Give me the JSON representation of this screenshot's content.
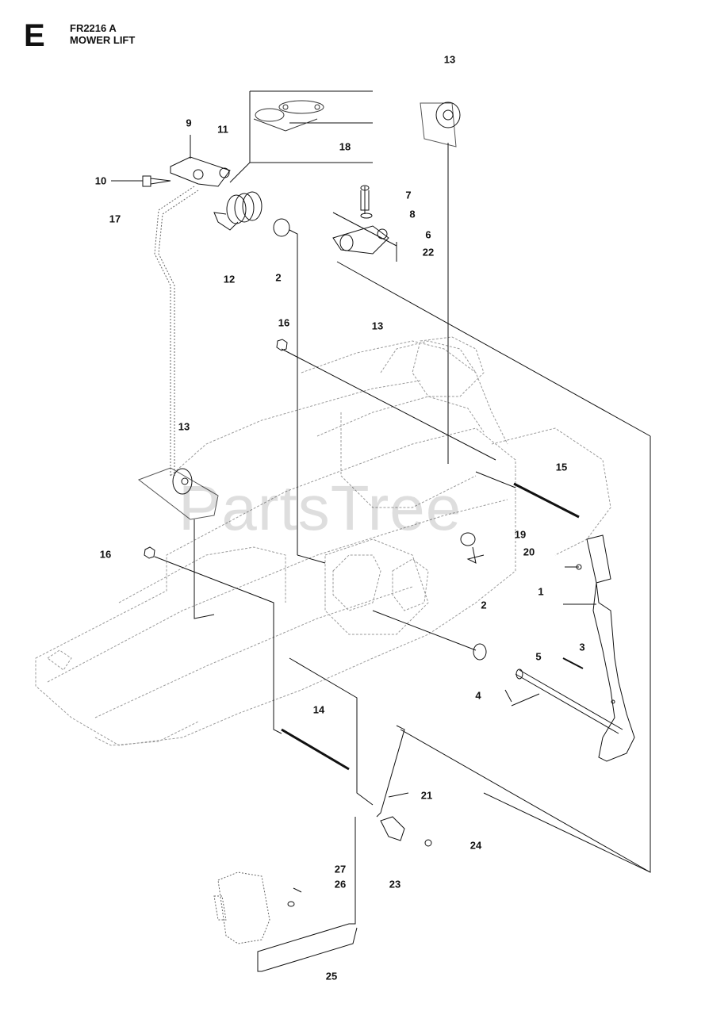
{
  "header": {
    "section_letter": "E",
    "model_code": "FR2216 A",
    "title": "MOWER LIFT"
  },
  "watermark": "PartsTree",
  "callouts": [
    {
      "id": "c13a",
      "label": "13"
    },
    {
      "id": "c9",
      "label": "9"
    },
    {
      "id": "c11",
      "label": "11"
    },
    {
      "id": "c18",
      "label": "18"
    },
    {
      "id": "c10",
      "label": "10"
    },
    {
      "id": "c17",
      "label": "17"
    },
    {
      "id": "c7",
      "label": "7"
    },
    {
      "id": "c8",
      "label": "8"
    },
    {
      "id": "c6",
      "label": "6"
    },
    {
      "id": "c22",
      "label": "22"
    },
    {
      "id": "c12",
      "label": "12"
    },
    {
      "id": "c2a",
      "label": "2"
    },
    {
      "id": "c16a",
      "label": "16"
    },
    {
      "id": "c13b",
      "label": "13"
    },
    {
      "id": "c13c",
      "label": "13"
    },
    {
      "id": "c15",
      "label": "15"
    },
    {
      "id": "c19",
      "label": "19"
    },
    {
      "id": "c20",
      "label": "20"
    },
    {
      "id": "c16b",
      "label": "16"
    },
    {
      "id": "c1",
      "label": "1"
    },
    {
      "id": "c2b",
      "label": "2"
    },
    {
      "id": "c3",
      "label": "3"
    },
    {
      "id": "c5",
      "label": "5"
    },
    {
      "id": "c4",
      "label": "4"
    },
    {
      "id": "c14",
      "label": "14"
    },
    {
      "id": "c21",
      "label": "21"
    },
    {
      "id": "c24",
      "label": "24"
    },
    {
      "id": "c27",
      "label": "27"
    },
    {
      "id": "c26",
      "label": "26"
    },
    {
      "id": "c23",
      "label": "23"
    },
    {
      "id": "c25",
      "label": "25"
    }
  ]
}
